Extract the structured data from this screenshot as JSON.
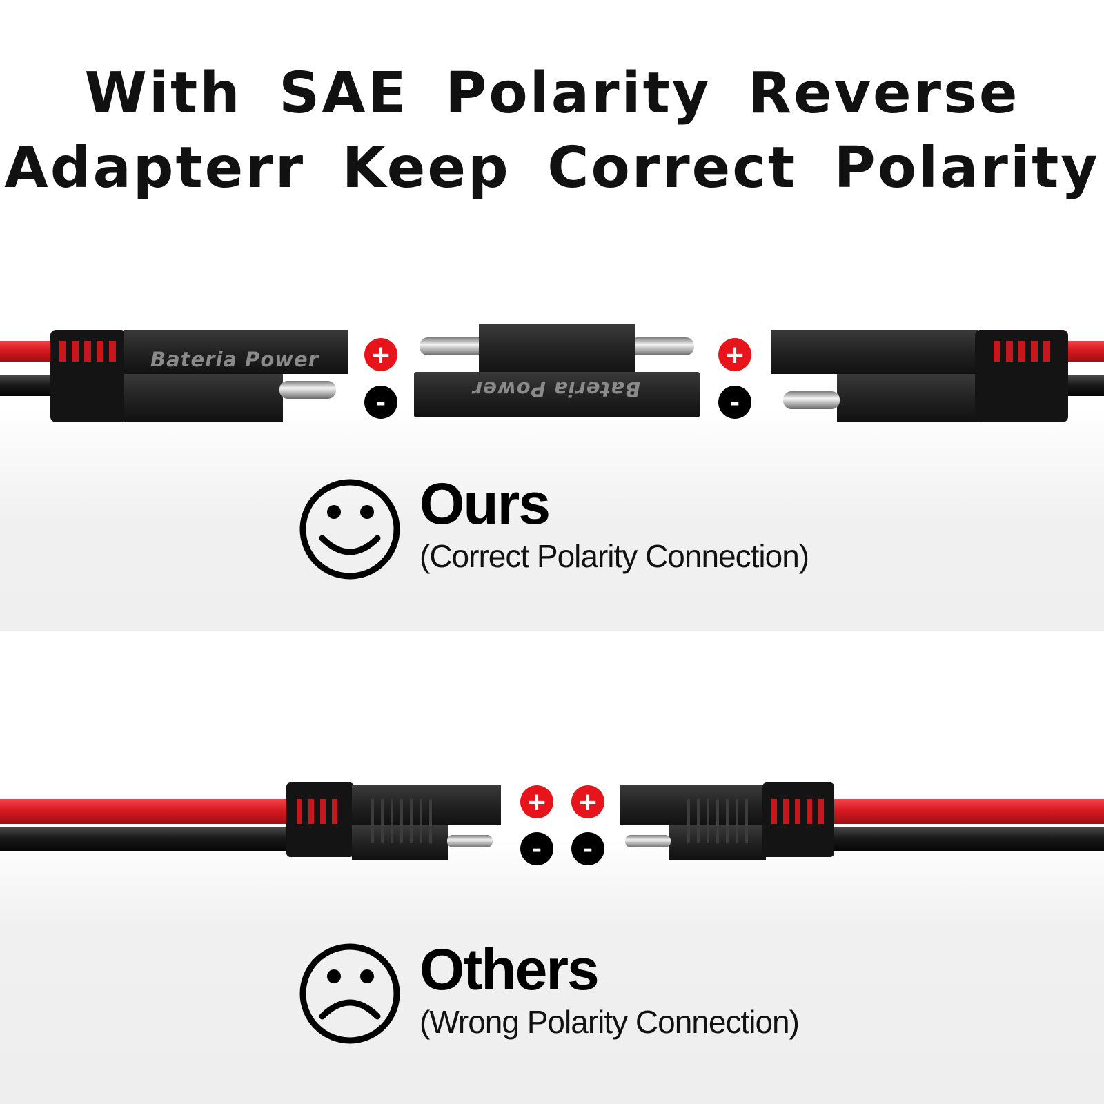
{
  "headline": {
    "line1": "With SAE Polarity Reverse",
    "line2": "Adapterr Keep Correct Polarity"
  },
  "brand": "Bateria Power",
  "ours": {
    "title": "Ours",
    "subtitle": "(Correct Polarity Connection)",
    "face_icon": "smiley-face-icon"
  },
  "others": {
    "title": "Others",
    "subtitle": "(Wrong Polarity Connection)",
    "face_icon": "sad-face-icon"
  },
  "polarity": {
    "positive": "+",
    "negative": "-"
  },
  "colors": {
    "wire_red": "#d71920",
    "wire_black": "#1a1a1a",
    "connector": "#1e1e1e",
    "positive_badge": "#e8141b",
    "negative_badge": "#000000"
  }
}
